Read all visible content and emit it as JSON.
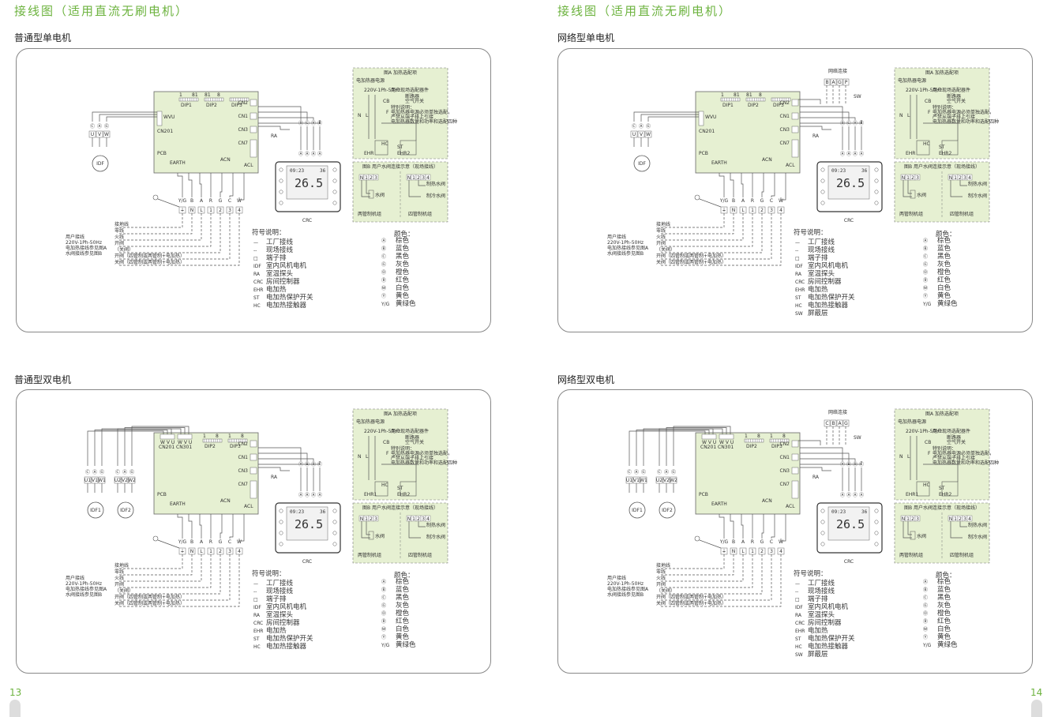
{
  "header": {
    "title_left": "接线图（适用直流无刷电机）",
    "title_right": "接线图（适用直流无刷电机）",
    "page_left": "13",
    "page_right": "14"
  },
  "colors": {
    "accent": "#6db33f",
    "board_fill": "#e6f0d2",
    "line": "#555555",
    "border": "#888888"
  },
  "panels": [
    {
      "title": "普通型单电机",
      "network": false,
      "dual": false,
      "pcb": {
        "connectors": [
          "CN2",
          "CN1",
          "CN3",
          "CN7"
        ],
        "left_conn": [
          "CN201"
        ],
        "dips": [
          "DIP1",
          "DIP2",
          "DIP3"
        ],
        "dip_nums": [
          "1",
          "81",
          "81",
          "8"
        ],
        "labels": {
          "pcb": "PCB",
          "earth": "EARTH",
          "acn": "ACN",
          "acl": "ACL"
        }
      },
      "motor": {
        "wires_top": [
          "Ⓒ",
          "Ⓐ",
          "Ⓖ"
        ],
        "wires_bottom": [
          "U",
          "V",
          "W"
        ],
        "name": "IDF",
        "cn_pins": "WVU"
      },
      "ra": "RA",
      "crc": "CRC",
      "sensor_colors": [
        "Ⓡ",
        "Ⓒ",
        "Ⓨ",
        "Ⓑ"
      ],
      "term_colors": [
        "Ⓐ",
        "Ⓐ",
        "Ⓐ",
        "Ⓐ"
      ],
      "display": {
        "time": "09:23",
        "temp": "26.5",
        "set": "36"
      },
      "terminal": [
        "⏚",
        "N",
        "L",
        "1",
        "2",
        "3",
        "4"
      ],
      "terminal_color": [
        "Y/G",
        "B",
        "A",
        "R",
        "G",
        "C",
        "W"
      ],
      "user_lines": [
        "接地线",
        "零线",
        "火线",
        "开阀",
        "（关阀）",
        "开阀（四管制或两管制+电加热）",
        "关阀（四管制或两管制+电加热）"
      ],
      "user_note": [
        "用户接线",
        "220V-1Ph-50Hz",
        "电加热接线参见图A",
        "水阀接线参见图B"
      ],
      "legend_title": "符号说明：",
      "legend": [
        [
          "—",
          "工厂接线"
        ],
        [
          "‑‑",
          "现场接线"
        ],
        [
          "□",
          "端子排"
        ],
        [
          "IDF",
          "室内风机电机"
        ],
        [
          "RA",
          "室温探头"
        ],
        [
          "CRC",
          "房间控制器"
        ],
        [
          "EHR",
          "电加热"
        ],
        [
          "ST",
          "电加热保护开关"
        ],
        [
          "HC",
          "电加热接触器"
        ]
      ],
      "color_title": "颜色：",
      "color_legend": [
        [
          "Ⓐ",
          "棕色"
        ],
        [
          "Ⓑ",
          "蓝色"
        ],
        [
          "Ⓒ",
          "黑色"
        ],
        [
          "Ⓖ",
          "灰色"
        ],
        [
          "Ⓞ",
          "橙色"
        ],
        [
          "Ⓡ",
          "红色"
        ],
        [
          "Ⓦ",
          "白色"
        ],
        [
          "Ⓨ",
          "黄色"
        ],
        [
          "Y/G",
          "黄绿色"
        ]
      ],
      "figA": {
        "title": "图A  加热选配项",
        "lines": [
          "电加热器电源",
          "220V-1Ph-50Hz",
          "用户现场选配器件",
          "断路器",
          "空气开关",
          "特别说明：",
          "电加热器电源必须单独选配，",
          "严禁从端子排上引接",
          "电加热器数量和功率和选配四种"
        ],
        "labels": [
          "N",
          "L",
          "CB",
          "F",
          "HC",
          "EHR",
          "EHR2",
          "ST"
        ]
      },
      "figB": {
        "title": "图B  用户水阀连接示意（现场接线）",
        "left": [
          "N",
          "1",
          "2",
          "3",
          "4"
        ],
        "valve": "水阀",
        "valve2": "制热水阀",
        "valve3": "制冷水阀",
        "two_pipe": "两管制机组",
        "four_pipe": "四管制机组"
      }
    },
    {
      "title": "网络型单电机",
      "network": true,
      "dual": false,
      "net_label": "网络连接",
      "net_pins": [
        "B",
        "A",
        "G",
        "P"
      ],
      "sw": "SW",
      "pcb": {
        "connectors": [
          "CN2",
          "CN1",
          "CN3",
          "CN7"
        ],
        "left_conn": [
          "CN201"
        ],
        "dips": [
          "DIP1",
          "DIP2",
          "DIP3"
        ],
        "dip_nums": [
          "1",
          "81",
          "81",
          "8"
        ],
        "labels": {
          "pcb": "PCB",
          "earth": "EARTH",
          "acn": "ACN",
          "acl": "ACL"
        }
      },
      "motor": {
        "wires_top": [
          "Ⓒ",
          "Ⓐ",
          "Ⓖ"
        ],
        "wires_bottom": [
          "U",
          "V",
          "W"
        ],
        "name": "IDF",
        "cn_pins": "WVU"
      },
      "ra": "RA",
      "crc": "CRC",
      "sensor_colors": [
        "Ⓡ",
        "Ⓒ",
        "Ⓨ",
        "Ⓑ"
      ],
      "term_colors": [
        "Ⓐ",
        "Ⓐ",
        "Ⓐ",
        "Ⓐ"
      ],
      "display": {
        "time": "09:23",
        "temp": "26.5",
        "set": "36"
      },
      "terminal": [
        "⏚",
        "N",
        "L",
        "1",
        "2",
        "3",
        "4"
      ],
      "terminal_color": [
        "Y/G",
        "B",
        "A",
        "R",
        "G",
        "C",
        "W"
      ],
      "user_lines": [
        "接地线",
        "零线",
        "火线",
        "开阀",
        "（关阀）",
        "开阀（四管制或两管制+电加热）",
        "关阀（四管制或两管制+电加热）"
      ],
      "user_note": [
        "用户接线",
        "220V-1Ph-50Hz",
        "电加热接线参见图A",
        "水阀接线参见图B"
      ],
      "legend_title": "符号说明：",
      "legend": [
        [
          "—",
          "工厂接线"
        ],
        [
          "‑‑",
          "现场接线"
        ],
        [
          "□",
          "端子排"
        ],
        [
          "IDF",
          "室内风机电机"
        ],
        [
          "RA",
          "室温探头"
        ],
        [
          "CRC",
          "房间控制器"
        ],
        [
          "EHR",
          "电加热"
        ],
        [
          "ST",
          "电加热保护开关"
        ],
        [
          "HC",
          "电加热接触器"
        ],
        [
          "SW",
          "屏蔽层"
        ]
      ],
      "color_title": "颜色：",
      "color_legend": [
        [
          "Ⓐ",
          "棕色"
        ],
        [
          "Ⓑ",
          "蓝色"
        ],
        [
          "Ⓒ",
          "黑色"
        ],
        [
          "Ⓖ",
          "灰色"
        ],
        [
          "Ⓞ",
          "橙色"
        ],
        [
          "Ⓡ",
          "红色"
        ],
        [
          "Ⓦ",
          "白色"
        ],
        [
          "Ⓨ",
          "黄色"
        ],
        [
          "Y/G",
          "黄绿色"
        ]
      ],
      "figA": {
        "title": "图A  加热选配项",
        "lines": [
          "电加热器电源",
          "220V-1Ph-50Hz",
          "用户现场选配器件",
          "断路器",
          "空气开关",
          "特别说明：",
          "电加热器电源必须单独选配，",
          "严禁从端子排上引接",
          "电加热器数量和功率和选配四种"
        ],
        "labels": [
          "N",
          "L",
          "CB",
          "F",
          "HC",
          "EHR",
          "EHR2",
          "ST"
        ]
      },
      "figB": {
        "title": "图B  用户水阀连接示意（现场接线）",
        "left": [
          "N",
          "1",
          "2",
          "3",
          "4"
        ],
        "valve": "水阀",
        "valve2": "制热水阀",
        "valve3": "制冷水阀",
        "two_pipe": "两管制机组",
        "four_pipe": "四管制机组"
      }
    },
    {
      "title": "普通型双电机",
      "network": false,
      "dual": true,
      "pcb": {
        "connectors": [
          "CN2",
          "CN1",
          "CN3",
          "CN7"
        ],
        "left_conn": [
          "CN201",
          "CN301"
        ],
        "dips": [
          "DIP2",
          "DIP3"
        ],
        "dip_nums": [
          "1",
          "8",
          "1",
          "8"
        ],
        "labels": {
          "pcb": "PCB",
          "earth": "EARTH",
          "acn": "ACN",
          "acl": "ACL"
        }
      },
      "motor": {
        "wires_top": [
          "Ⓒ",
          "Ⓐ",
          "Ⓖ"
        ],
        "wires_bottom": [
          "U1",
          "V1",
          "W1"
        ],
        "wires_bottom2": [
          "U2",
          "V2",
          "W2"
        ],
        "name": "IDF1",
        "name2": "IDF2",
        "cn_pins": "WVU"
      },
      "ra": "RA",
      "crc": "CRC",
      "sensor_colors": [
        "Ⓨ",
        "Ⓑ",
        "Ⓡ",
        "Ⓒ"
      ],
      "term_colors": [
        "Ⓐ",
        "Ⓐ",
        "Ⓐ",
        "Ⓐ"
      ],
      "display": {
        "time": "09:23",
        "temp": "26.5",
        "set": "36"
      },
      "terminal": [
        "⏚",
        "N",
        "L",
        "1",
        "2",
        "3",
        "4"
      ],
      "terminal_color": [
        "Y/G",
        "B",
        "A",
        "R",
        "G",
        "C",
        "W"
      ],
      "user_lines": [
        "接地线",
        "零线",
        "火线",
        "开阀",
        "（关阀）",
        "开阀（四管制或两管制+电加热）",
        "关阀（四管制或两管制+电加热）"
      ],
      "user_note": [
        "用户接线",
        "220V-1Ph-50Hz",
        "电加热接线参见图A",
        "水阀接线参见图B"
      ],
      "legend_title": "符号说明：",
      "legend": [
        [
          "—",
          "工厂接线"
        ],
        [
          "‑‑",
          "现场接线"
        ],
        [
          "□",
          "端子排"
        ],
        [
          "IDF",
          "室内风机电机"
        ],
        [
          "RA",
          "室温探头"
        ],
        [
          "CRC",
          "房间控制器"
        ],
        [
          "EHR",
          "电加热"
        ],
        [
          "ST",
          "电加热保护开关"
        ],
        [
          "HC",
          "电加热接触器"
        ]
      ],
      "color_title": "颜色：",
      "color_legend": [
        [
          "Ⓐ",
          "棕色"
        ],
        [
          "Ⓑ",
          "蓝色"
        ],
        [
          "Ⓒ",
          "黑色"
        ],
        [
          "Ⓖ",
          "灰色"
        ],
        [
          "Ⓞ",
          "橙色"
        ],
        [
          "Ⓡ",
          "红色"
        ],
        [
          "Ⓦ",
          "白色"
        ],
        [
          "Ⓨ",
          "黄色"
        ],
        [
          "Y/G",
          "黄绿色"
        ]
      ],
      "figA": {
        "title": "图A  加热选配项",
        "lines": [
          "电加热器电源",
          "220V-1Ph-50Hz",
          "用户现场选配器件",
          "断路器",
          "空气开关",
          "特别说明：",
          "电加热器电源必须单独选配，",
          "严禁从端子排上引接",
          "电加热器数量和功率和选配四种"
        ],
        "labels": [
          "N",
          "L",
          "CB",
          "F",
          "HC",
          "EHR1",
          "EHR2",
          "ST"
        ]
      },
      "figB": {
        "title": "图B  用户水阀连接示意（现场接线）",
        "left": [
          "N",
          "1",
          "2",
          "3",
          "4"
        ],
        "valve": "水阀",
        "valve2": "制热水阀",
        "valve3": "制冷水阀",
        "two_pipe": "两管制机组",
        "four_pipe": "四管制机组"
      }
    },
    {
      "title": "网络型双电机",
      "network": true,
      "dual": true,
      "net_label": "网络连接",
      "net_pins": [
        "C",
        "B",
        "A",
        "G"
      ],
      "sw": "SW",
      "pcb": {
        "connectors": [
          "CN2",
          "CN1",
          "CN3",
          "CN7"
        ],
        "left_conn": [
          "CN201",
          "CN301"
        ],
        "dips": [
          "DIP2",
          "DIP3"
        ],
        "dip_nums": [
          "1",
          "8",
          "1",
          "8"
        ],
        "labels": {
          "pcb": "PCB",
          "earth": "EARTH",
          "acn": "ACN",
          "acl": "ACL"
        }
      },
      "motor": {
        "wires_top": [
          "Ⓒ",
          "Ⓐ",
          "Ⓖ"
        ],
        "wires_bottom": [
          "U1",
          "V1",
          "W1"
        ],
        "wires_bottom2": [
          "U2",
          "V2",
          "W2"
        ],
        "name": "IDF1",
        "name2": "IDF2",
        "cn_pins": "WVU"
      },
      "ra": "RA",
      "crc": "CRC",
      "sensor_colors": [
        "Ⓨ",
        "Ⓑ",
        "Ⓡ",
        "Ⓒ"
      ],
      "term_colors": [
        "Ⓐ",
        "Ⓐ",
        "Ⓐ",
        "Ⓐ"
      ],
      "display": {
        "time": "09:23",
        "temp": "26.5",
        "set": "36"
      },
      "terminal": [
        "⏚",
        "N",
        "L",
        "1",
        "2",
        "3",
        "4"
      ],
      "terminal_color": [
        "Y/G",
        "B",
        "A",
        "R",
        "G",
        "C",
        "W"
      ],
      "user_lines": [
        "接地线",
        "零线",
        "火线",
        "开阀",
        "（关阀）",
        "开阀（四管制或两管制+电加热）",
        "关阀（四管制或两管制+电加热）"
      ],
      "user_note": [
        "用户接线",
        "220V-1Ph-50Hz",
        "电加热接线参见图A",
        "水阀接线参见图B"
      ],
      "legend_title": "符号说明：",
      "legend": [
        [
          "—",
          "工厂接线"
        ],
        [
          "‑‑",
          "现场接线"
        ],
        [
          "□",
          "端子排"
        ],
        [
          "IDF",
          "室内风机电机"
        ],
        [
          "RA",
          "室温探头"
        ],
        [
          "CRC",
          "房间控制器"
        ],
        [
          "EHR",
          "电加热"
        ],
        [
          "ST",
          "电加热保护开关"
        ],
        [
          "HC",
          "电加热接触器"
        ],
        [
          "SW",
          "屏蔽层"
        ]
      ],
      "color_title": "颜色：",
      "color_legend": [
        [
          "Ⓐ",
          "棕色"
        ],
        [
          "Ⓑ",
          "蓝色"
        ],
        [
          "Ⓒ",
          "黑色"
        ],
        [
          "Ⓖ",
          "灰色"
        ],
        [
          "Ⓞ",
          "橙色"
        ],
        [
          "Ⓡ",
          "红色"
        ],
        [
          "Ⓦ",
          "白色"
        ],
        [
          "Ⓨ",
          "黄色"
        ],
        [
          "Y/G",
          "黄绿色"
        ]
      ],
      "figA": {
        "title": "图A  加热选配项",
        "lines": [
          "电加热器电源",
          "220V-1Ph-50Hz",
          "用户现场选配器件",
          "断路器",
          "空气开关",
          "特别说明：",
          "电加热器电源必须单独选配，",
          "严禁从端子排上引接",
          "电加热器数量和功率和选配四种"
        ],
        "labels": [
          "N",
          "L",
          "CB",
          "F",
          "HC",
          "EHR1",
          "EHR2",
          "ST"
        ]
      },
      "figB": {
        "title": "图B  用户水阀连接示意（现场接线）",
        "left": [
          "N",
          "1",
          "2",
          "3",
          "4"
        ],
        "valve": "水阀",
        "valve2": "制热水阀",
        "valve3": "制冷水阀",
        "two_pipe": "两管制机组",
        "four_pipe": "四管制机组"
      }
    }
  ]
}
